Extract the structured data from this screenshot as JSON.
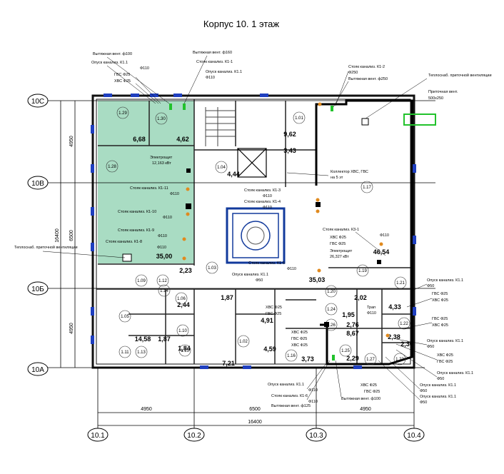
{
  "title": "Корпус 10. 1 этаж",
  "axes": {
    "rows": [
      "10С",
      "10В",
      "10Б",
      "10А"
    ],
    "cols": [
      "10.1",
      "10.2",
      "10.3",
      "10.4"
    ],
    "dims_left": [
      "4950",
      "6500",
      "4950",
      "16400"
    ],
    "dims_bottom": [
      "4950",
      "6500",
      "4950",
      "16400"
    ]
  },
  "areas": [
    "6,68",
    "4,62",
    "9,62",
    "3,43",
    "4,44",
    "46,54",
    "35,00",
    "2,23",
    "35,03",
    "2,44",
    "1,87",
    "2,02",
    "1,95",
    "2,76",
    "4,33",
    "2,38",
    "2,30",
    "8,67",
    "4,91",
    "14,58",
    "1,87",
    "1,84",
    "4,59",
    "3,73",
    "7,21",
    "2,29"
  ],
  "room_codes": [
    "1.29",
    "1.30",
    "1.28",
    "1.01",
    "1.04",
    "1.17",
    "1.19",
    "1.20",
    "1.21",
    "1.22",
    "1.23",
    "1.24",
    "1.25",
    "1.26",
    "1.27",
    "1.16",
    "1.02",
    "1.03",
    "1.05",
    "1.06",
    "1.09",
    "1.10",
    "1.11",
    "1.12",
    "1.13",
    "1.14",
    "1.15"
  ],
  "notes": {
    "vent_100": "Вытяжная вент. ф100",
    "vent_160": "Вытяжная вент. ф160",
    "opusk_k11_a": "Опуск канализ. К1.1",
    "d110": "Ф110",
    "stoyak_k1_1": "Стояк канализ. К1-1",
    "gvs25": "ГВС Ф25",
    "hvs25": "ХВС Ф25",
    "opusk_k11_b": "Опуск канализ. К1.1",
    "stoyak_k1_2": "Стояк канализ. К1-2",
    "d250": "Ф250",
    "vent_250": "Вытяжная вент. ф250",
    "teplo_vent": "Теплоснаб. приточной вентиляции",
    "pritoch": "Приточная вент.",
    "pritoch_size": "500x250",
    "electro": "Электрощит",
    "electro_val": "12,163 кВт",
    "kollektor": "Коллектор ХВС, ГВС",
    "kollektor2": "на 5 эт",
    "stoyak_k1_3": "Стояк канализ. К1-3",
    "stoyak_k1_4": "Стояк канализ. К1-4",
    "stoyak_k1_11": "Стояк канализ. К1-11",
    "stoyak_k1_10": "Стояк канализ. К1-10",
    "stoyak_k1_9": "Стояк канализ. К1-9",
    "stoyak_k1_8": "Стояк канализ. К1-8",
    "stoyak_k1_5": "Стояк канализ. К1-5",
    "stoyak_k3_1": "Стояк канализ. К3-1",
    "d50": "Ф50",
    "electro2": "Электрощит",
    "electro2_val": "26,327 кВт",
    "teplo_left": "Теплоснаб. приточной вентиляции",
    "trap": "Трап",
    "opusk_r1": "Опуск канализ. К1.1",
    "gvs_r1": "ГВС Ф25",
    "hvs_r1": "ХВС Ф25",
    "gvs_r2": "ГВС Ф25",
    "hvs_r2": "ХВС Ф25",
    "opusk_r2": "Опуск канализ. К1.1",
    "hvs_r3": "ХВС Ф25",
    "gvs_r3": "ГВС Ф25",
    "opusk_r3": "Опуск канализ. К1.1",
    "opusk_r4": "Опуск канализ. К1.1",
    "opusk_r5": "Опуск канализ. К1.1",
    "opusk_b1": "Опуск канализ. К1.1",
    "stoyak_b": "Стояк канализ. К1-6",
    "vent_125": "Вытяжная вент. ф125",
    "hvs_b": "ХВС Ф25",
    "gvs_b": "ГВС Ф25",
    "vent_b100": "Вытяжная вент. ф100"
  }
}
